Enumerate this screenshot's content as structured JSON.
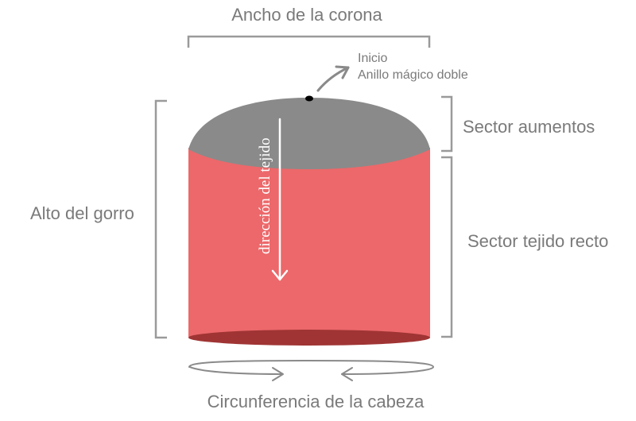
{
  "labels": {
    "crown_width": "Ancho de la corona",
    "start_line1": "Inicio",
    "start_line2": "Anillo mágico doble",
    "increase_sector": "Sector aumentos",
    "straight_sector": "Sector tejido recto",
    "hat_height": "Alto del gorro",
    "knit_direction": "dirección del tejido",
    "head_circumference": "Circunferencia de la cabeza"
  },
  "colors": {
    "crown": "#8a8a8a",
    "body": "#ec686a",
    "brim": "#a03434",
    "bracket": "#9a9a9a",
    "text": "#7a7a7a"
  }
}
